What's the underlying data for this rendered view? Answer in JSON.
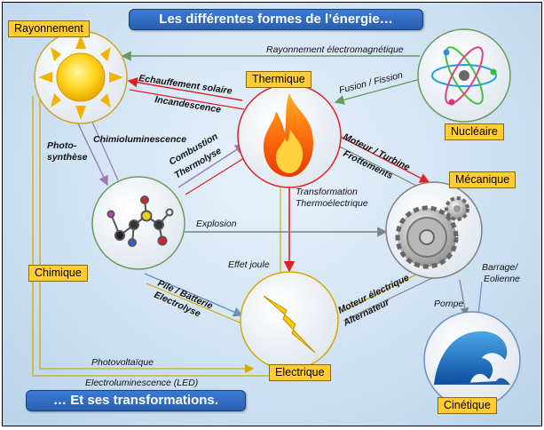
{
  "title": "Les différentes formes de l’énergie…",
  "subtitle": "… Et ses transformations.",
  "nodes": {
    "rayonnement": "Rayonnement",
    "thermique": "Thermique",
    "nucleaire": "Nucléaire",
    "chimique": "Chimique",
    "mecanique": "Mécanique",
    "electrique": "Electrique",
    "cinetique": "Cinétique"
  },
  "edges": {
    "rayonnement_em": "Rayonnement électromagnétique",
    "echauffement": "Echauffement solaire",
    "incandescence": "Incandescence",
    "fusion": "Fusion / Fission",
    "photo1": "Photo-",
    "photo2": "synthèse",
    "chimiolum": "Chimioluminescence",
    "combustion": "Combustion",
    "thermolyse": "Thermolyse",
    "moteur_turbine": "Moteur / Turbine",
    "frottements": "Frottements",
    "transfo1": "Transformation",
    "transfo2": "Thermoélectrique",
    "explosion": "Explosion",
    "effet_joule": "Effet joule",
    "pile": "Pile / Batterie",
    "electrolyse": "Electrolyse",
    "moteur_elec": "Moteur électrique",
    "alternateur": "Alternateur",
    "barrage1": "Barrage/",
    "barrage2": "Eolienne",
    "pompe": "Pompe",
    "photovolt": "Photovoltaïque",
    "electrolum": "Electroluminescence (LED)"
  },
  "colors": {
    "arrow_red": "#e02020",
    "arrow_yellow": "#d4a800",
    "arrow_gray": "#808080",
    "arrow_green": "#6a9a5a",
    "arrow_purple": "#9a7bb0",
    "arrow_blue": "#6a8fc0",
    "label_bg": "#ffcc33",
    "title_bg": "#2a5fae"
  }
}
